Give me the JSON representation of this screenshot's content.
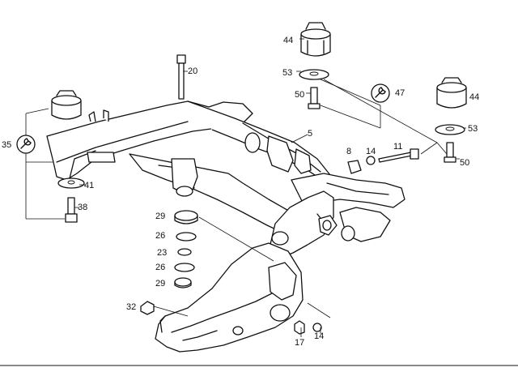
{
  "callouts": {
    "c44a": "44",
    "c53a": "53",
    "c50a": "50",
    "c20": "20",
    "c5": "5",
    "c47": "47",
    "c44b": "44",
    "c53b": "53",
    "c50b": "50",
    "c8": "8",
    "c14a": "14",
    "c11": "11",
    "c35": "35",
    "c41": "41",
    "c38": "38",
    "c29a": "29",
    "c26a": "26",
    "c23": "23",
    "c26b": "26",
    "c29b": "29",
    "c32": "32",
    "c17": "17",
    "c14b": "14"
  },
  "icons": {
    "tool_35": "wrench-icon",
    "tool_47": "wrench-icon"
  }
}
